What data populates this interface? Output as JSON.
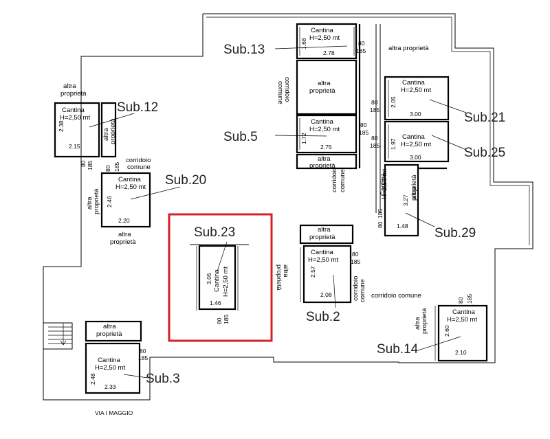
{
  "plan": {
    "street_label": "VIA I MAGGIO",
    "highlight_color": "#d42027",
    "units": {
      "sub13": {
        "name": "Sub.13",
        "room": "Cantina",
        "height": "H=2,50 mt",
        "dim_v": "1.68",
        "dim_h": "2.78",
        "door_w": "80",
        "door_h": "185"
      },
      "sub12": {
        "name": "Sub.12",
        "room": "Cantina",
        "height": "H=2,50 mt",
        "dim_v": "2.38",
        "dim_h": "2.15",
        "door_w": "80",
        "door_h": "185"
      },
      "sub5": {
        "name": "Sub.5",
        "room": "Cantina",
        "height": "H=2,50 mt",
        "dim_v": "1.72",
        "dim_h": "2.75",
        "door_w": "80",
        "door_h": "185"
      },
      "sub21": {
        "name": "Sub.21",
        "room": "Cantina",
        "height": "H=2,50 mt",
        "dim_v": "2.05",
        "dim_h": "3.00",
        "door_w": "80",
        "door_h": "185"
      },
      "sub25": {
        "name": "Sub.25",
        "room": "Cantina",
        "height": "H=2,50 mt",
        "dim_v": "1.97",
        "dim_h": "3.00",
        "door_w": "80",
        "door_h": "185"
      },
      "sub20": {
        "name": "Sub.20",
        "room": "Cantina",
        "height": "H=2,50 mt",
        "dim_v": "2.46",
        "dim_h": "2.20",
        "door_w": "80",
        "door_h": "185"
      },
      "sub29": {
        "name": "Sub.29",
        "room": "Cantina",
        "height": "H=2,50 mt",
        "dim_v": "3.27",
        "dim_h": "1.48",
        "door_w": "80",
        "door_h": "185"
      },
      "sub23": {
        "name": "Sub.23",
        "room": "Cantina",
        "height": "H=2,50 mt",
        "dim_v": "3.05",
        "dim_h": "1.46",
        "door_w": "80",
        "door_h": "185"
      },
      "sub2": {
        "name": "Sub.2",
        "room": "Cantina",
        "height": "H=2,50 mt",
        "dim_v": "2.57",
        "dim_h": "2.08",
        "door_w": "80",
        "door_h": "185"
      },
      "sub14": {
        "name": "Sub.14",
        "room": "Cantina",
        "height": "H=2,50 mt",
        "dim_v": "2.60",
        "dim_h": "2.10",
        "door_w": "80",
        "door_h": "185"
      },
      "sub3": {
        "name": "Sub.3",
        "room": "Cantina",
        "height": "H=2,50 mt",
        "dim_v": "2.48",
        "dim_h": "2.33",
        "door_w": "80",
        "door_h": "185"
      }
    },
    "labels": {
      "altra_proprieta_1": "altra",
      "altra_proprieta_2": "proprietà",
      "altra_proprieta_inline": "altra proprietà",
      "corridoio_1": "corridoio",
      "corridoio_2": "comune",
      "corridoio_inline": "corridoio comune"
    }
  }
}
